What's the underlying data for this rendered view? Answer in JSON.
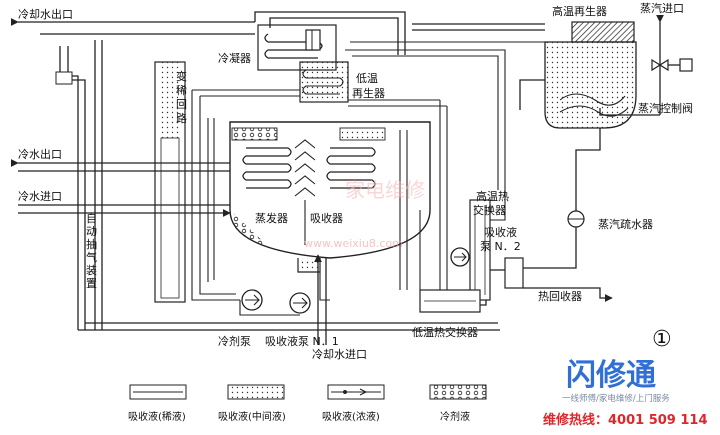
{
  "diagram": {
    "labels": {
      "cooling_water_out": "冷却水出口",
      "high_temp_generator": "高温再生器",
      "steam_inlet": "蒸汽进口",
      "condenser": "冷凝器",
      "low_temp_generator_1": "低温",
      "low_temp_generator_2": "再生器",
      "steam_control_valve": "蒸汽控制阀",
      "dilution_circuit": "变稀回路",
      "chilled_water_out": "冷水出口",
      "chilled_water_in": "冷水进口",
      "high_temp_hx_1": "高温热",
      "high_temp_hx_2": "交换器",
      "steam_trap": "蒸汽疏水器",
      "absorber_pump_2_1": "吸收液",
      "absorber_pump_2_2": "泵 N．2",
      "evaporator": "蒸发器",
      "absorber": "吸收器",
      "auto_purge": "自动抽气装置",
      "heat_recovery": "热回收器",
      "refrigerant_pump": "冷剂泵",
      "absorber_pump_1": "吸收液泵 N．1",
      "cooling_water_in": "冷却水进口",
      "low_temp_hx": "低温热交换器",
      "figure_number": "①"
    },
    "legend": [
      {
        "key": "dilute",
        "label": "吸收液(稀液)"
      },
      {
        "key": "intermediate",
        "label": "吸收液(中间液)"
      },
      {
        "key": "concentrated",
        "label": "吸收液(浓液)"
      },
      {
        "key": "refrigerant",
        "label": "冷剂液"
      }
    ]
  },
  "watermark": {
    "brand": "闪修通",
    "tagline": "一线师傅/家电维修/上门服务",
    "hotline": "维修热线：4001 509 114",
    "faint_text": "家电维修",
    "faint_url": "www.weixiu8.com"
  },
  "colors": {
    "line": "#222222",
    "brand_blue": "#2f6fd6",
    "hotline_red": "#e0262b"
  }
}
